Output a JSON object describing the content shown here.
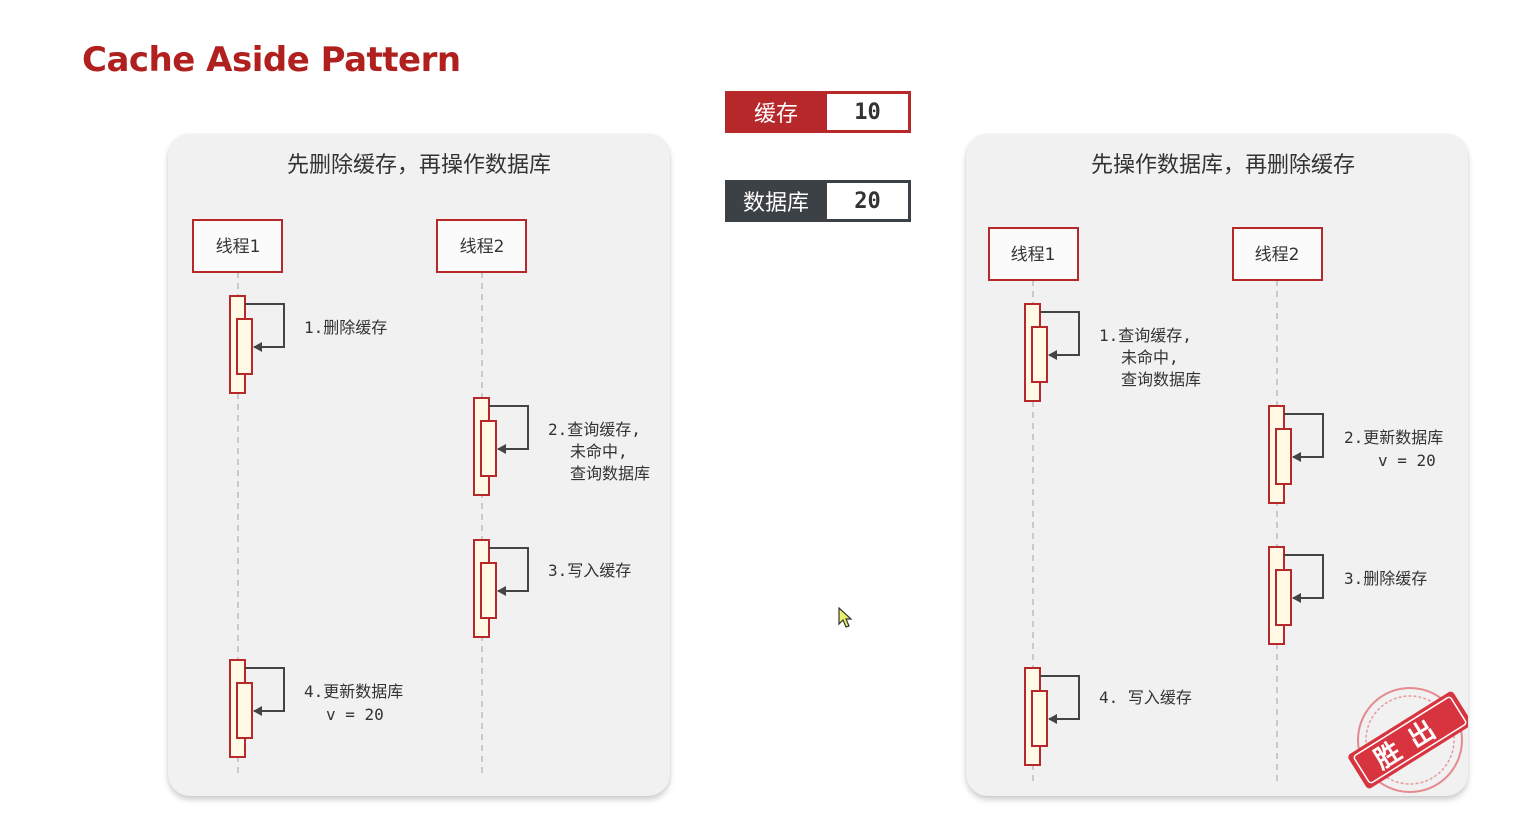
{
  "page": {
    "title": "Cache Aside Pattern"
  },
  "state": {
    "cache": {
      "label": "缓存",
      "value": "10"
    },
    "database": {
      "label": "数据库",
      "value": "20"
    }
  },
  "left_panel": {
    "title": "先删除缓存，再操作数据库",
    "thread1": "线程1",
    "thread2": "线程2",
    "steps": {
      "s1": "1.删除缓存",
      "s2": [
        "2.查询缓存,",
        "未命中,",
        "查询数据库"
      ],
      "s3": "3.写入缓存",
      "s4": [
        "4.更新数据库",
        "v = 20"
      ]
    }
  },
  "right_panel": {
    "title": "先操作数据库，再删除缓存",
    "thread1": "线程1",
    "thread2": "线程2",
    "steps": {
      "s1": [
        "1.查询缓存,",
        "未命中,",
        "查询数据库"
      ],
      "s2": [
        "2.更新数据库",
        "v = 20"
      ],
      "s3": "3.删除缓存",
      "s4": "4. 写入缓存"
    },
    "stamp": "胜出"
  },
  "colors": {
    "accent": "#b0201f",
    "dark": "#3c4145",
    "activation_fill": "#fff9e6",
    "panel": "#f1f1f1"
  }
}
